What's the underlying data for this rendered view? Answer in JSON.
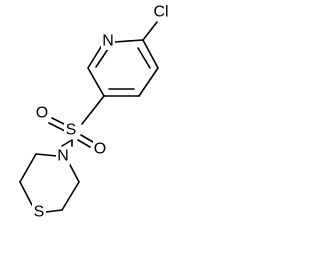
{
  "atoms": {
    "cl": "Cl",
    "n_ring": "N",
    "s_sulfonyl": "S",
    "o_left": "O",
    "o_right": "O",
    "n_morph": "N",
    "s_ring": "S"
  }
}
